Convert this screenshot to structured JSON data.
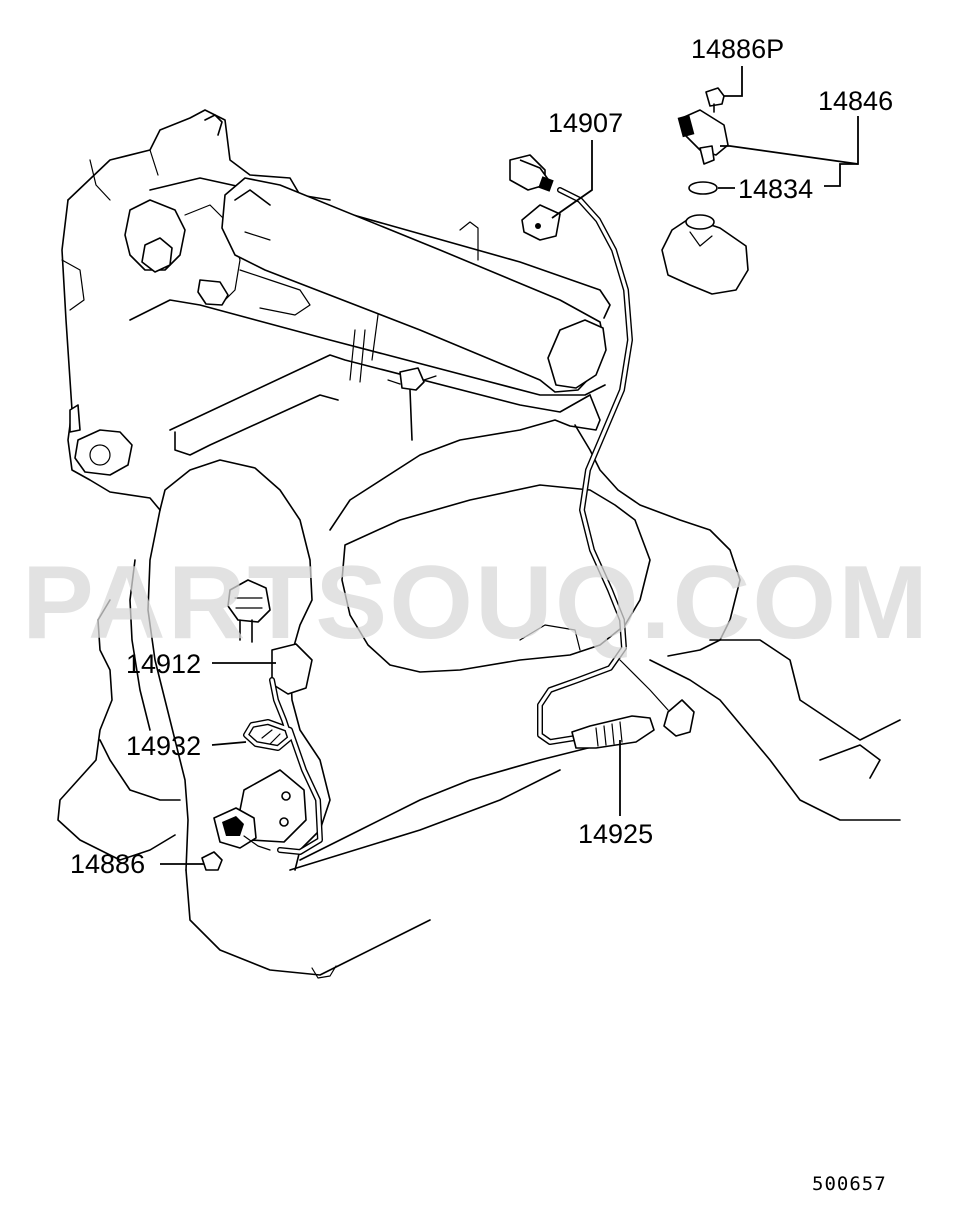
{
  "watermark": "PARTSOUQ.COM",
  "diagram_code": "500657",
  "callouts": {
    "c14886P": "14886P",
    "c14846": "14846",
    "c14907": "14907",
    "c14834": "14834",
    "c14912": "14912",
    "c14932": "14932",
    "c14886": "14886",
    "c14925": "14925"
  }
}
